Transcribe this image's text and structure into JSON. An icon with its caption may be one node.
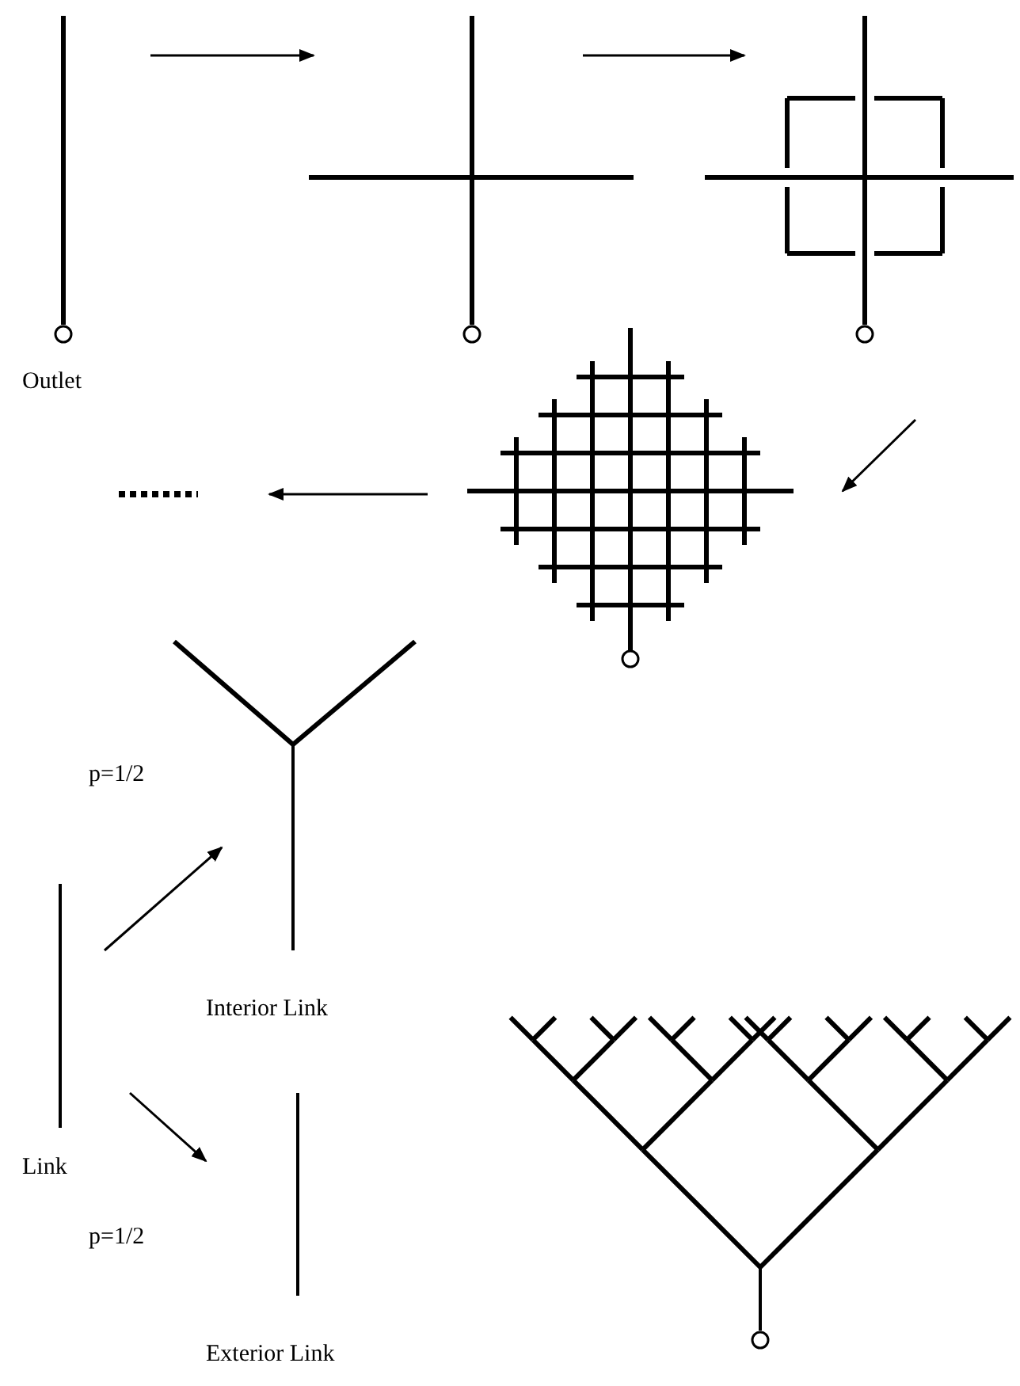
{
  "diagram": {
    "nodes": [
      {
        "text": [],
        "shape": "picture"
      },
      {
        "text": [],
        "shape": "picture"
      },
      {
        "text": [],
        "shape": "picture"
      },
      {
        "text": [],
        "shape": "picture"
      },
      {
        "text": [],
        "shape": "dots"
      },
      {
        "text": [
          "Link"
        ]
      },
      {
        "text": [
          "Interior Link"
        ]
      },
      {
        "text": [
          "Exterior Link"
        ]
      }
    ],
    "edges": [
      {
        "from": 0,
        "to": 1,
        "arrow": "to"
      },
      {
        "from": 1,
        "to": 2,
        "arrow": "to"
      },
      {
        "from": 2,
        "to": 3,
        "arrow": "to"
      },
      {
        "from": 3,
        "to": 4,
        "arrow": "to"
      },
      {
        "from": 5,
        "to": 6,
        "arrow": "to",
        "label": "p=1/2"
      },
      {
        "from": 5,
        "to": 7,
        "arrow": "to",
        "label": "p=1/2"
      }
    ],
    "labels": [
      "Outlet"
    ]
  }
}
